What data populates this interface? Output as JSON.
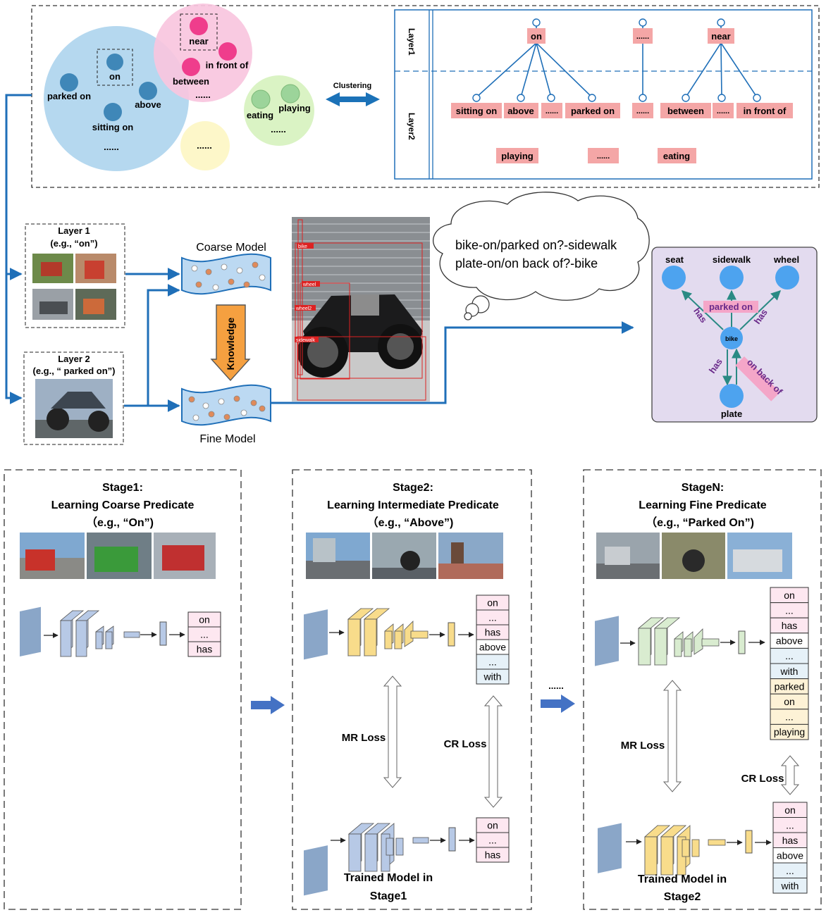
{
  "clusters": {
    "on": "on",
    "near": "near",
    "in_front_of": "in front of",
    "between": "between",
    "parked_on": "parked on",
    "above": "above",
    "sitting_on": "sitting on",
    "eating": "eating",
    "playing": "playing",
    "dots_blue": "......",
    "dots_pink": "......",
    "dots_green": "......",
    "dots_yellow": "......"
  },
  "clustering_label": "Clustering",
  "hierarchy": {
    "layer1_label": "Layer1",
    "layer2_label": "Layer2",
    "layer1": [
      "on",
      "......",
      "near"
    ],
    "layer2": [
      "sitting on",
      "above",
      "......",
      "parked on",
      "......",
      "between",
      "......",
      "in front of"
    ],
    "unassigned": [
      "playing",
      "......",
      "eating"
    ]
  },
  "layer_boxes": {
    "layer1_title": "Layer 1",
    "layer1_example": "(e.g., “on”)",
    "layer2_title": "Layer 2",
    "layer2_example": "(e.g., “ parked on”)"
  },
  "models": {
    "coarse": "Coarse Model",
    "fine": "Fine Model",
    "knowledge": "Knowledge"
  },
  "detection_labels": [
    "bike",
    "wheel",
    "wheel2",
    "sidewalk"
  ],
  "thought": {
    "line1": "bike-on/parked on?-sidewalk",
    "line2": "plate-on/on back of?-bike"
  },
  "scene_graph": {
    "seat": "seat",
    "sidewalk": "sidewalk",
    "wheel": "wheel",
    "bike": "bike",
    "plate": "plate",
    "parked_on": "parked on",
    "on_back_of": "on back of",
    "has1": "has",
    "has2": "has",
    "has3": "has"
  },
  "stages": [
    {
      "title": "Stage1:",
      "subtitle": "Learning Coarse Predicate",
      "example": "（e.g., “On”)",
      "classes": [
        "on",
        "...",
        "has"
      ]
    },
    {
      "title": "Stage2:",
      "subtitle": "Learning Intermediate Predicate",
      "example": "（e.g., “Above”)",
      "classes": [
        "on",
        "...",
        "has",
        "above",
        "...",
        "with"
      ],
      "prev_classes": [
        "on",
        "...",
        "has"
      ],
      "mr_loss": "MR Loss",
      "cr_loss": "CR Loss",
      "trained_line1": "Trained Model in",
      "trained_line2": "Stage1"
    },
    {
      "title": "StageN:",
      "subtitle": "Learning Fine Predicate",
      "example": "（e.g., “Parked On”)",
      "classes": [
        "on",
        "...",
        "has",
        "above",
        "...",
        "with",
        "parked",
        "on",
        "...",
        "playing"
      ],
      "prev_classes": [
        "on",
        "...",
        "has",
        "above",
        "...",
        "with"
      ],
      "mr_loss": "MR Loss",
      "cr_loss": "CR Loss",
      "trained_line1": "Trained Model in",
      "trained_line2": "Stage2"
    }
  ],
  "between_dots": "......",
  "colors": {
    "flow_blue": "#1f6fb8",
    "stage_arrow": "#4472c4",
    "tag_pink": "#f4a6a6",
    "blue_cluster": "#b5d8ef",
    "pink_cluster": "#f9c6de",
    "green_cluster": "#daf3c4",
    "yellow_cluster": "#fdf7c9",
    "graph_bg": "#e3dbef",
    "node_blue": "#4da3ef",
    "net_blue": "#b7c9e6",
    "net_yellow": "#f8dc8b",
    "net_green": "#d9ecd0"
  }
}
